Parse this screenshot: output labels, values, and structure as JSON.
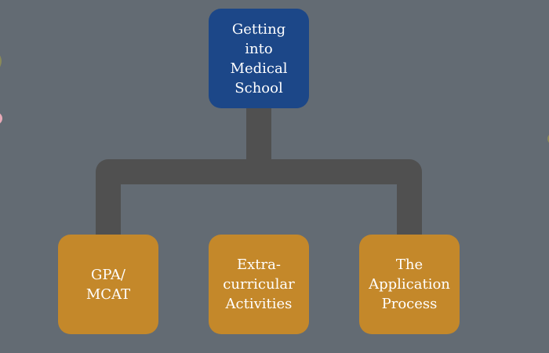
{
  "diagram": {
    "root": {
      "label": "Getting\ninto\nMedical\nSchool"
    },
    "children": [
      {
        "label": "GPA/\nMCAT"
      },
      {
        "label": "Extra-\ncurricular\nActivities"
      },
      {
        "label": "The\nApplication\nProcess"
      }
    ]
  },
  "colors": {
    "background": "#636b73",
    "connector": "#505050",
    "root_fill": "#1c4788",
    "child_fill": "#c4882a",
    "text": "#ffffff"
  }
}
